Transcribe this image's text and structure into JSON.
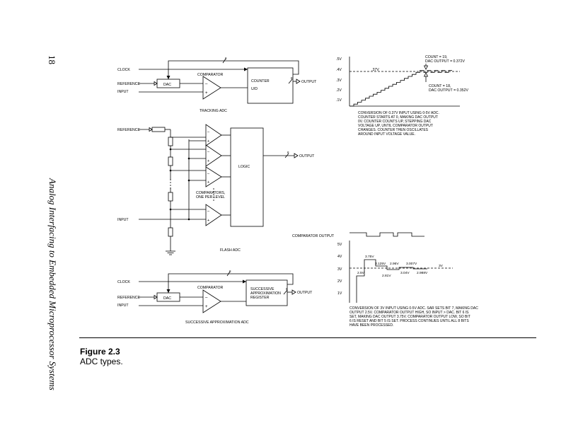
{
  "page_number": "18",
  "running_head": "Analog Interfacing to Embedded Microprocessor Systems",
  "figure": {
    "label": "Figure 2.3",
    "caption": "ADC types."
  },
  "tracking": {
    "clock": "CLOCK",
    "reference": "REFERENCE",
    "input": "INPUT",
    "dac": "DAC",
    "comparator": "COMPARATOR",
    "minus": "–",
    "plus": "+",
    "counter": "COUNTER",
    "ud": "U/D",
    "bus": "8",
    "output": "OUTPUT",
    "title": "TRACKING ADC"
  },
  "tracking_plot": {
    "y_ticks": [
      ".5V",
      ".4V",
      ".3V",
      ".2V",
      ".1V"
    ],
    "level": ".37V",
    "count19": "COUNT = 19,",
    "dac19": "DAC OUTPUT = 0.372V",
    "count18": "COUNT = 18,",
    "dac18": "DAC OUTPUT = 0.352V",
    "note": [
      "CONVERSION OF 0.37V INPUT USING 0-5V ADC.",
      "COUNTER STARTS AT 0, MAKING DAC OUTPUT",
      "0V.  COUNTER COUNTS UP, STEPPING DAC",
      "VOLTAGE UP, UNTIL COMPARATOR OUTPUT",
      "CHANGES.  COUNTER THEN OSCILLATES",
      "AROUND INPUT VOLTAGE VALUE."
    ]
  },
  "flash": {
    "reference": "REFERENCE",
    "input": "INPUT",
    "logic": "LOGIC",
    "bus": "8",
    "output": "OUTPUT",
    "comparators_1": "COMPARATORS,",
    "comparators_2": "ONE PER LEVEL",
    "minus": "–",
    "plus": "+",
    "title": "FLASH ADC"
  },
  "sar_plot": {
    "comparator_output": "COMPARATOR OUTPUT",
    "y_ticks": [
      "5V",
      "4V",
      "3V",
      "2V",
      "1V"
    ],
    "labels": [
      "3.75V",
      "3.125V",
      "2.96V",
      "3.007V",
      "3V",
      "2.5V",
      "2.81V",
      "3.04V",
      "2.988V"
    ],
    "note": [
      "CONVERSION OF 3V INPUT USING 0-5V ADC. SAR SETS BIT 7, MAKING DAC",
      "OUTPUT 2.5V. COMPARATOR OUTPUT HIGH, SO  INPUT > DAC.  BIT 6 IS",
      "SET, MAKING DAC OUTPUT 3.75V. COMPARATOR OUTPUT LOW, SO BIT",
      "6 IS RESET AND BIT 5 IS SET. PROCESS CONTINUES UNTIL ALL 8 BITS",
      "HAVE BEEN PROCESSED."
    ]
  },
  "sar": {
    "clock": "CLOCK",
    "reference": "REFERENCE",
    "input": "INPUT",
    "dac": "DAC",
    "comparator": "COMPARATOR",
    "minus": "–",
    "plus": "+",
    "sar_1": "SUCCESSIVE",
    "sar_2": "APPROXIMATION",
    "sar_3": "REGISTER",
    "bus": "8",
    "output": "OUTPUT",
    "title": "SUCCESSIVE APPROXIMATION ADC"
  }
}
